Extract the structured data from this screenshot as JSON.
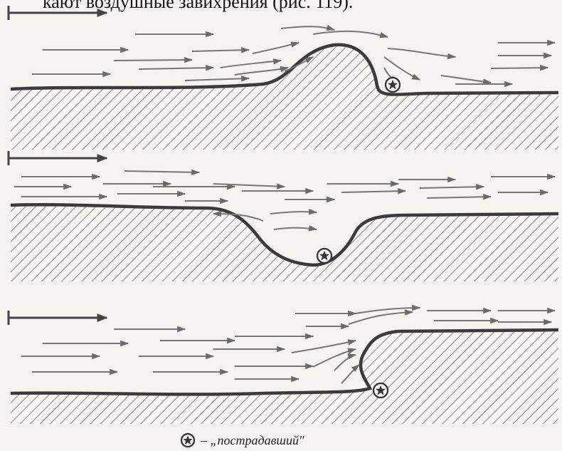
{
  "header_fragment": "кают воздушные завихрения (рис. 119).",
  "figure": {
    "panels": [
      {
        "id": "hill-crest"
      },
      {
        "id": "valley-hollow"
      },
      {
        "id": "step-ledge"
      }
    ],
    "legend": {
      "icon": "victim-star-icon",
      "text": "– „пострадавший\""
    }
  }
}
